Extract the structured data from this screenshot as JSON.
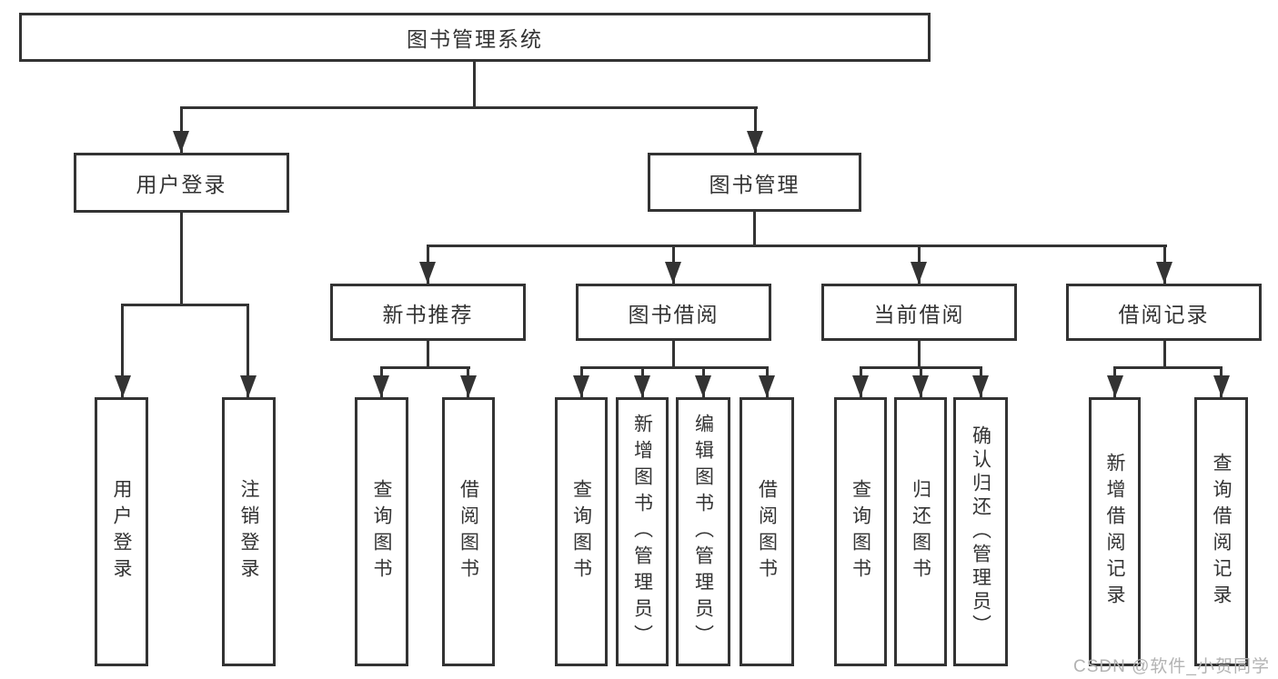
{
  "diagram": {
    "root": {
      "label": "图书管理系统"
    },
    "level2": [
      {
        "label": "用户登录"
      },
      {
        "label": "图书管理"
      }
    ],
    "level3": [
      {
        "label": "新书推荐"
      },
      {
        "label": "图书借阅"
      },
      {
        "label": "当前借阅"
      },
      {
        "label": "借阅记录"
      }
    ],
    "leaves": {
      "user_login": [
        {
          "label": "用户登录"
        },
        {
          "label": "注销登录"
        }
      ],
      "new_book_recommend": [
        {
          "label": "查询图书"
        },
        {
          "label": "借阅图书"
        }
      ],
      "book_borrowing": [
        {
          "label": "查询图书"
        },
        {
          "label": "新增图书（管理员）"
        },
        {
          "label": "编辑图书（管理员）"
        },
        {
          "label": "借阅图书"
        }
      ],
      "current_borrowing": [
        {
          "label": "查询图书"
        },
        {
          "label": "归还图书"
        },
        {
          "label": "确认归还（管理员）"
        }
      ],
      "borrowing_records": [
        {
          "label": "新增借阅记录"
        },
        {
          "label": "查询借阅记录"
        }
      ]
    },
    "watermark": "CSDN @软件_小贺同学",
    "colors": {
      "line": "#333333",
      "text": "#333333",
      "watermark": "#b3b3b3",
      "background": "#ffffff"
    }
  }
}
